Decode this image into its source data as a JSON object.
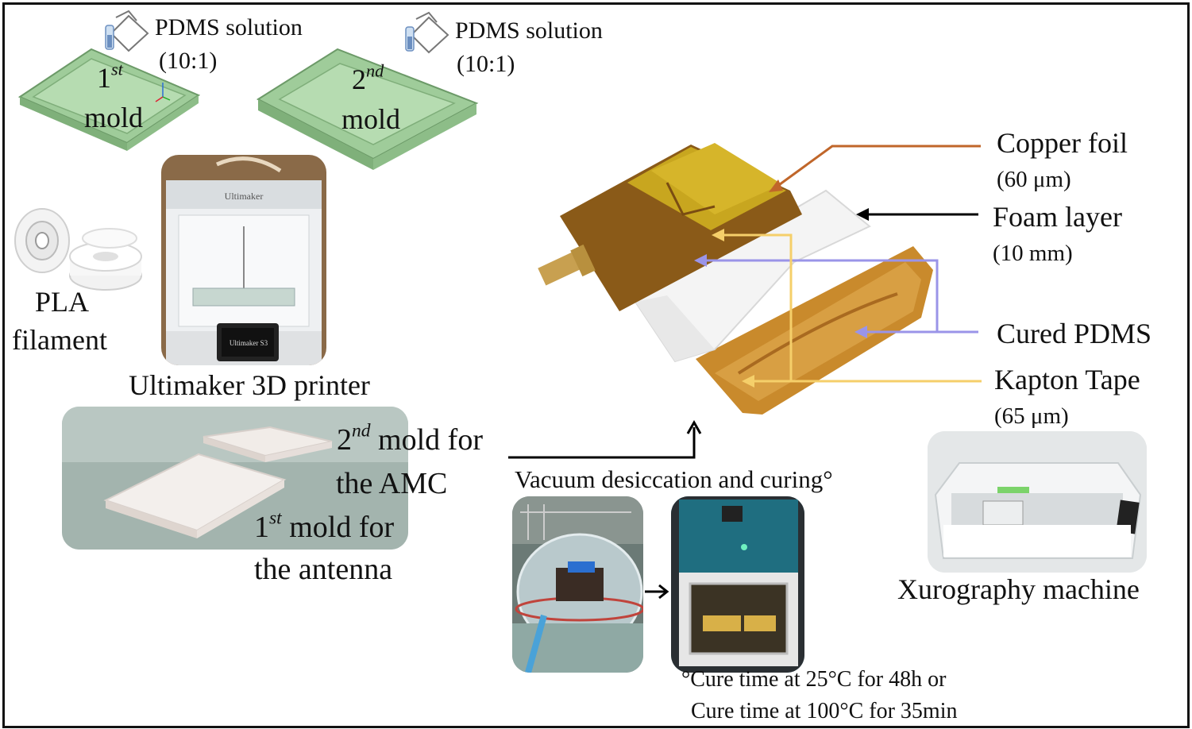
{
  "pdms": {
    "label_1": "PDMS solution",
    "ratio_1": "(10:1)",
    "label_2": "PDMS solution",
    "ratio_2": "(10:1)"
  },
  "molds_top": {
    "first_num": "1",
    "first_sup": "st",
    "first_word": "mold",
    "second_num": "2",
    "second_sup": "nd",
    "second_word": "mold"
  },
  "pla": {
    "line1": "PLA",
    "line2": "filament"
  },
  "printer": {
    "label": "Ultimaker 3D printer",
    "brand": "Ultimaker"
  },
  "mold_photo": {
    "second_num": "2",
    "second_sup": "nd",
    "second_rest": " mold for",
    "second_line2": "the AMC",
    "first_num": "1",
    "first_sup": "st",
    "first_rest": " mold for",
    "first_line2": "the antenna"
  },
  "vacuum": {
    "title": "Vacuum desiccation and curing°",
    "note_line1": "°Cure time at 25°C for 48h or",
    "note_line2": "Cure time at 100°C for 35min"
  },
  "layers": {
    "copper": {
      "name": "Copper foil",
      "thickness": "(60 μm)"
    },
    "foam": {
      "name": "Foam layer",
      "thickness": "(10 mm)"
    },
    "pdms": {
      "name": "Cured PDMS"
    },
    "kapton": {
      "name": "Kapton Tape",
      "thickness": "(65 μm)"
    }
  },
  "xurography": {
    "label": "Xurography machine"
  },
  "colors": {
    "copper_arrow": "#c0662a",
    "foam_arrow": "#000000",
    "pdms_arrow": "#9a94e8",
    "kapton_arrow": "#f5cf6a",
    "mold_green": "#a5cfa0"
  }
}
